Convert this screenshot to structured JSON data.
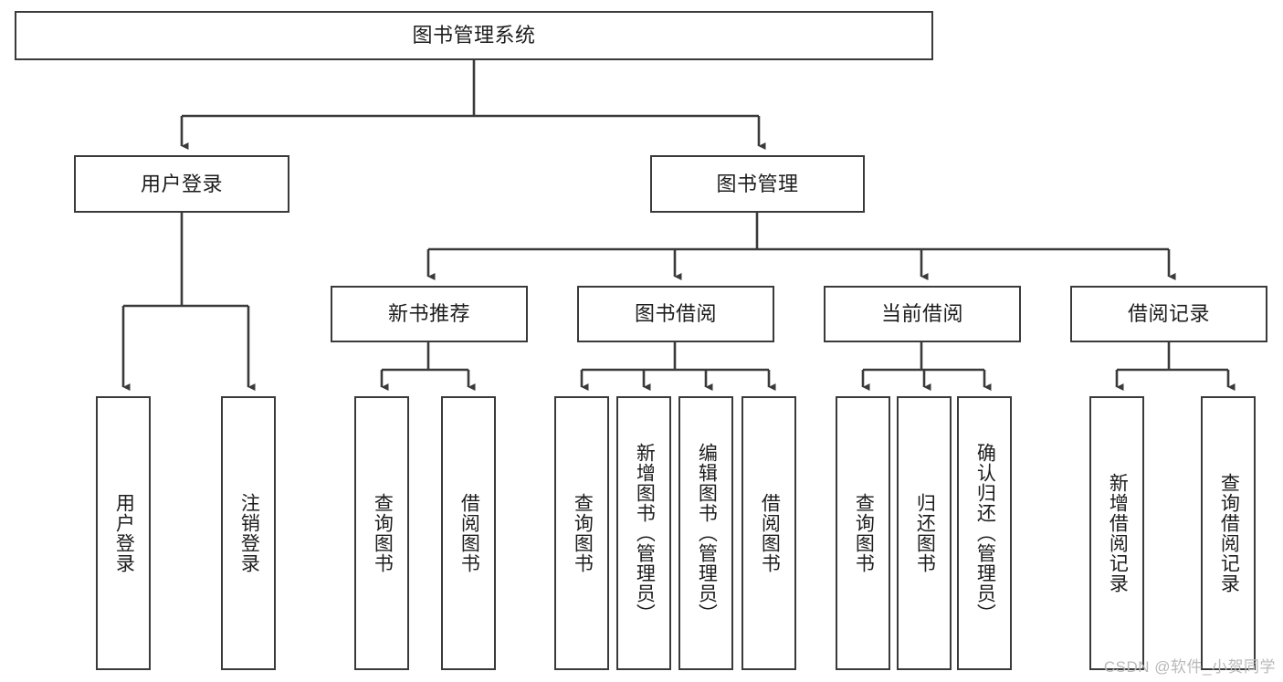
{
  "diagram": {
    "title": "图书管理系统",
    "type": "tree",
    "colors": {
      "stroke": "#3a3a3a",
      "fill": "#ffffff",
      "text": "#1d1d1d",
      "watermark": "#b9b9b9"
    },
    "root": {
      "label": "图书管理系统"
    },
    "level2": [
      {
        "label": "用户登录"
      },
      {
        "label": "图书管理"
      }
    ],
    "level3": [
      {
        "label": "新书推荐"
      },
      {
        "label": "图书借阅"
      },
      {
        "label": "当前借阅"
      },
      {
        "label": "借阅记录"
      }
    ],
    "leaves": [
      {
        "label": "用户登录",
        "parent": "用户登录"
      },
      {
        "label": "注销登录",
        "parent": "用户登录"
      },
      {
        "label": "查询图书",
        "parent": "新书推荐"
      },
      {
        "label": "借阅图书",
        "parent": "新书推荐"
      },
      {
        "label": "查询图书",
        "parent": "图书借阅"
      },
      {
        "label": "新增图书（管理员）",
        "parent": "图书借阅"
      },
      {
        "label": "编辑图书（管理员）",
        "parent": "图书借阅"
      },
      {
        "label": "借阅图书",
        "parent": "图书借阅"
      },
      {
        "label": "查询图书",
        "parent": "当前借阅"
      },
      {
        "label": "归还图书",
        "parent": "当前借阅"
      },
      {
        "label": "确认归还（管理员）",
        "parent": "当前借阅"
      },
      {
        "label": "新增借阅记录",
        "parent": "借阅记录"
      },
      {
        "label": "查询借阅记录",
        "parent": "借阅记录"
      }
    ]
  },
  "watermark": {
    "text": "CSDN @软件_小贺同学"
  }
}
